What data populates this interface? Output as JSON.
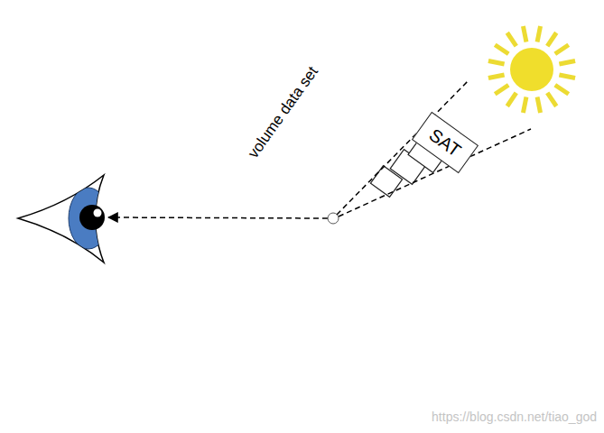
{
  "diagram": {
    "nodes": [
      {
        "text": [
          "volume data set"
        ]
      },
      {
        "text": [
          "SAT"
        ],
        "in": 0
      }
    ],
    "labels": [
      "https://blog.csdn.net/tiao_god"
    ]
  }
}
